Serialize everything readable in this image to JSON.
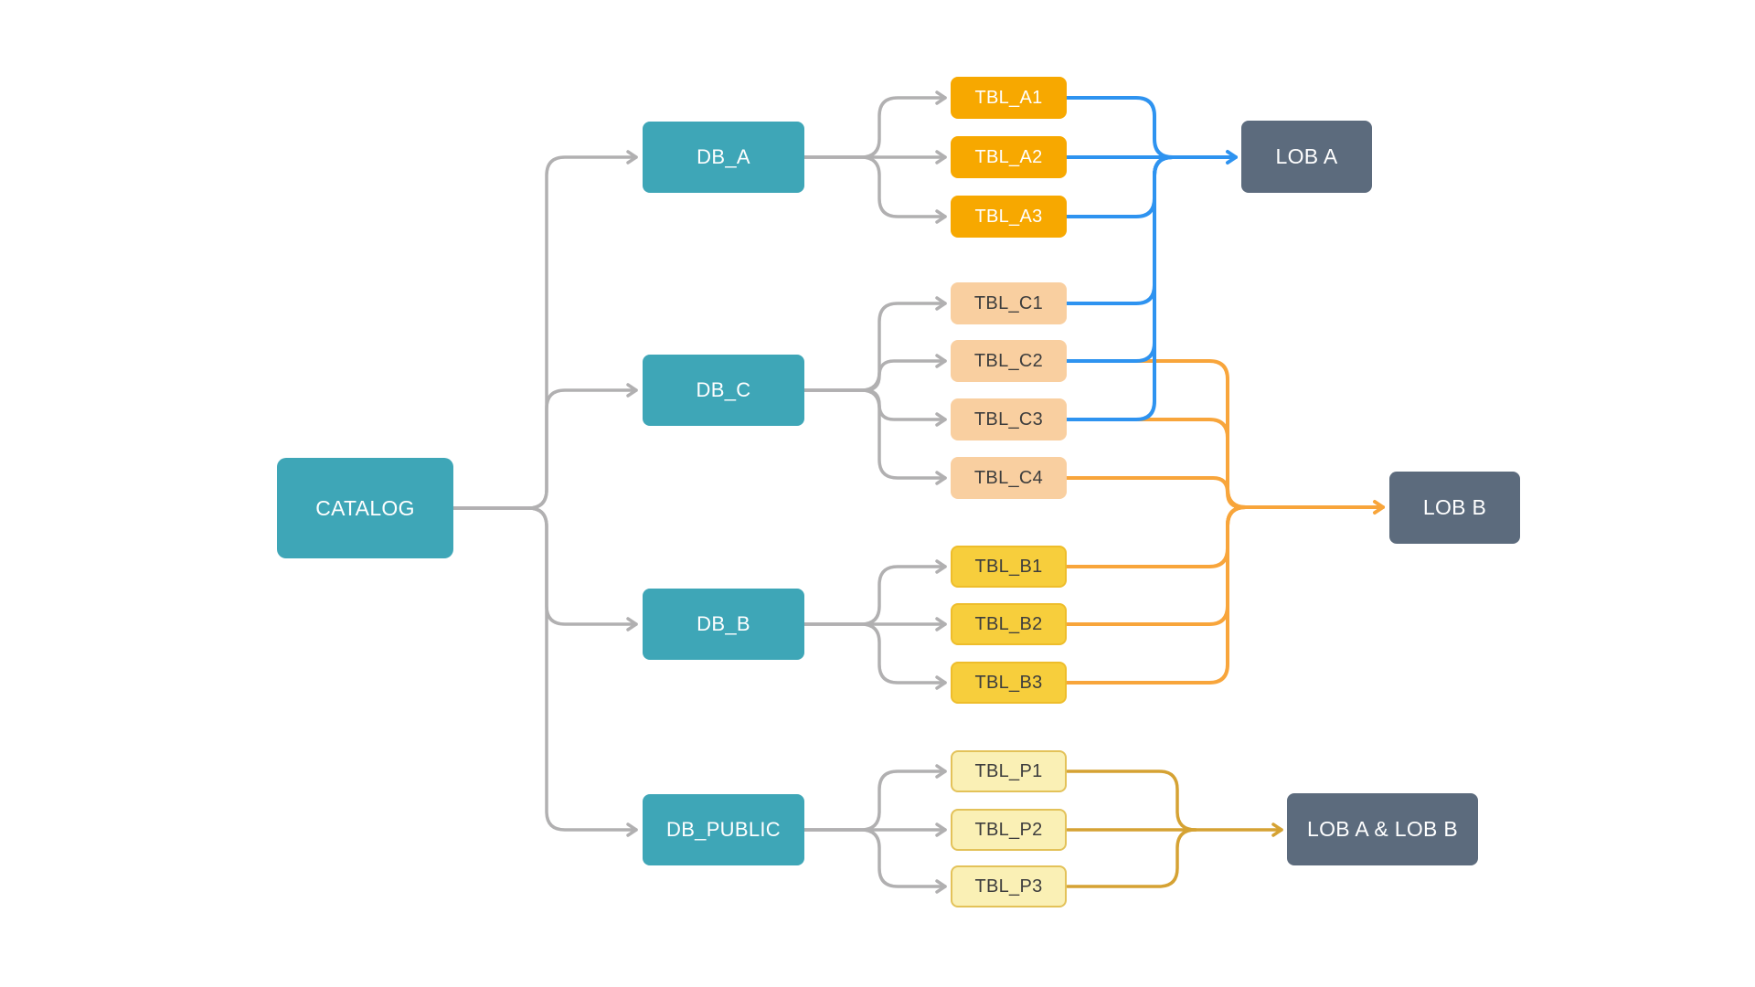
{
  "diagram": {
    "background": "#FFFFFF",
    "nodes": [
      {
        "id": "catalog",
        "label": "CATALOG",
        "type": "catalog"
      },
      {
        "id": "db_a",
        "label": "DB_A",
        "type": "db"
      },
      {
        "id": "db_c",
        "label": "DB_C",
        "type": "db"
      },
      {
        "id": "db_b",
        "label": "DB_B",
        "type": "db"
      },
      {
        "id": "db_public",
        "label": "DB_PUBLIC",
        "type": "db"
      },
      {
        "id": "tbl_a1",
        "label": "TBL_A1",
        "type": "tblA"
      },
      {
        "id": "tbl_a2",
        "label": "TBL_A2",
        "type": "tblA"
      },
      {
        "id": "tbl_a3",
        "label": "TBL_A3",
        "type": "tblA"
      },
      {
        "id": "tbl_c1",
        "label": "TBL_C1",
        "type": "tblC"
      },
      {
        "id": "tbl_c2",
        "label": "TBL_C2",
        "type": "tblC"
      },
      {
        "id": "tbl_c3",
        "label": "TBL_C3",
        "type": "tblC"
      },
      {
        "id": "tbl_c4",
        "label": "TBL_C4",
        "type": "tblC"
      },
      {
        "id": "tbl_b1",
        "label": "TBL_B1",
        "type": "tblB"
      },
      {
        "id": "tbl_b2",
        "label": "TBL_B2",
        "type": "tblB"
      },
      {
        "id": "tbl_b3",
        "label": "TBL_B3",
        "type": "tblB"
      },
      {
        "id": "tbl_p1",
        "label": "TBL_P1",
        "type": "tblP"
      },
      {
        "id": "tbl_p2",
        "label": "TBL_P2",
        "type": "tblP"
      },
      {
        "id": "tbl_p3",
        "label": "TBL_P3",
        "type": "tblP"
      },
      {
        "id": "lob_a",
        "label": "LOB A",
        "type": "lob"
      },
      {
        "id": "lob_b",
        "label": "LOB B",
        "type": "lob"
      },
      {
        "id": "lob_ab",
        "label": "LOB A & LOB B",
        "type": "lob"
      }
    ],
    "colors": {
      "teal": "#3EA6B7",
      "slate": "#5C6B7D",
      "tableA": "#F7A800",
      "tableC": "#F9CFA0",
      "tableB": "#F7CE3C",
      "tableBBorder": "#EEBD2B",
      "tableP": "#FAF0B5",
      "tablePBorder": "#E3C259",
      "grayLine": "#B1B0B1",
      "blueLine": "#2E93F0",
      "orangeLine": "#F8A53B",
      "goldLine": "#D5A233",
      "darkText": "#3D3D3D",
      "lightText": "#FFFFFF"
    },
    "flows": {
      "catalog_to_databases": [
        "DB_A",
        "DB_C",
        "DB_B",
        "DB_PUBLIC"
      ],
      "database_tables": {
        "DB_A": [
          "TBL_A1",
          "TBL_A2",
          "TBL_A3"
        ],
        "DB_C": [
          "TBL_C1",
          "TBL_C2",
          "TBL_C3",
          "TBL_C4"
        ],
        "DB_B": [
          "TBL_B1",
          "TBL_B2",
          "TBL_B3"
        ],
        "DB_PUBLIC": [
          "TBL_P1",
          "TBL_P2",
          "TBL_P3"
        ]
      },
      "lob_a_tables": [
        "TBL_A1",
        "TBL_A2",
        "TBL_A3",
        "TBL_C1",
        "TBL_C2",
        "TBL_C3"
      ],
      "lob_b_tables": [
        "TBL_C2",
        "TBL_C3",
        "TBL_C4",
        "TBL_B1",
        "TBL_B2",
        "TBL_B3"
      ],
      "lob_a_and_b_tables": [
        "TBL_P1",
        "TBL_P2",
        "TBL_P3"
      ]
    }
  }
}
